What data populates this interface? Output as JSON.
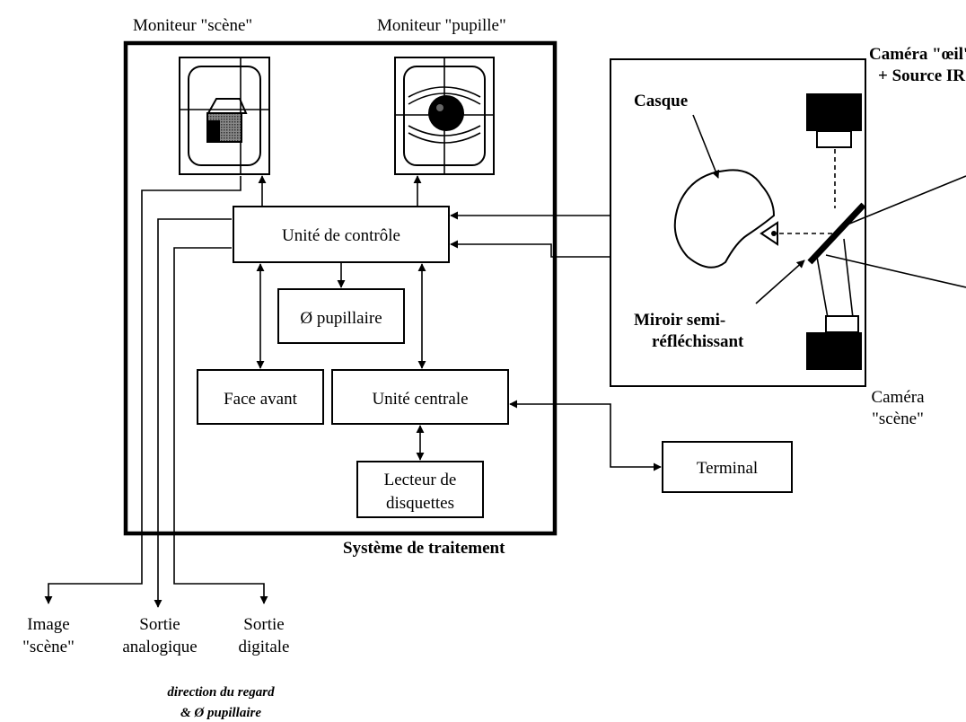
{
  "monitors": {
    "scene_title": "Moniteur \"scène\"",
    "pupil_title": "Moniteur \"pupille\""
  },
  "blocks": {
    "control_unit": "Unité de contrôle",
    "pupil_diameter": "Ø pupillaire",
    "front_panel": "Face avant",
    "central_unit": "Unité centrale",
    "floppy_line1": "Lecteur de",
    "floppy_line2": "disquettes",
    "terminal": "Terminal"
  },
  "system_label": "Système de traitement",
  "headset": {
    "eye_camera_line1": "Caméra \"œil'",
    "eye_camera_line2": "+ Source IR",
    "helmet": "Casque",
    "mirror_line1": "Miroir semi-",
    "mirror_line2": "réfléchissant",
    "scene_camera_line1": "Caméra",
    "scene_camera_line2": "\"scène\""
  },
  "outputs": {
    "image_line1": "Image",
    "image_line2": "\"scène\"",
    "analog_line1": "Sortie",
    "analog_line2": "analogique",
    "digital_line1": "Sortie",
    "digital_line2": "digitale",
    "note_line1": "direction du regard",
    "note_line2": "& Ø pupillaire"
  }
}
